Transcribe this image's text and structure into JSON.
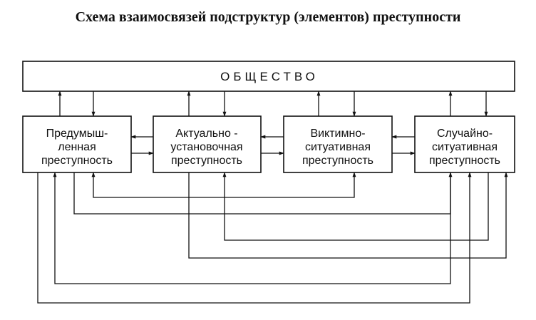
{
  "title": "Схема взаимосвязей подструктур (элементов) преступности",
  "society": "ОБЩЕСТВО",
  "boxes": [
    {
      "lines": [
        "Предумыш-",
        "ленная",
        "преступность"
      ]
    },
    {
      "lines": [
        "Актуально -",
        "установочная",
        "преступность"
      ]
    },
    {
      "lines": [
        "Виктимно-",
        "ситуативная",
        "преступность"
      ]
    },
    {
      "lines": [
        "Случайно-",
        "ситуативная",
        "преступность"
      ]
    }
  ],
  "colors": {
    "stroke": "#111111",
    "background": "#ffffff"
  }
}
